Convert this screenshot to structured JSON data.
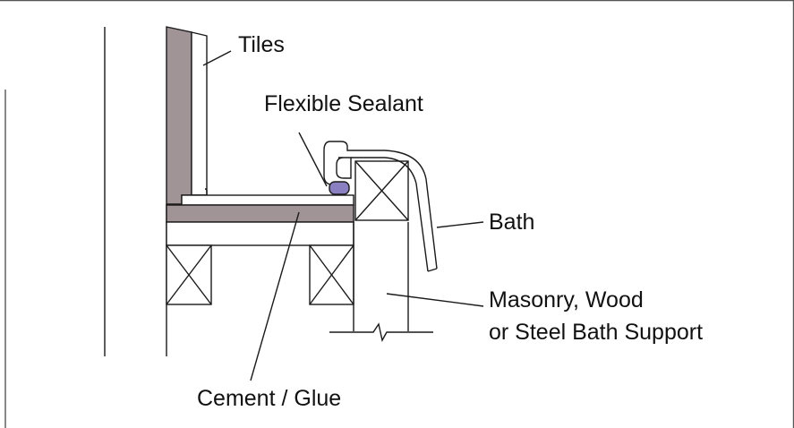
{
  "labels": {
    "tiles": "Tiles",
    "flexible_sealant": "Flexible Sealant",
    "bath": "Bath",
    "support_line1": "Masonry, Wood",
    "support_line2": "or Steel Bath Support",
    "cement": "Cement / Glue"
  },
  "colors": {
    "cement": "#a09497",
    "sealant": "#8a7fc0",
    "line": "#1a1a1a",
    "frame": "#555555"
  }
}
